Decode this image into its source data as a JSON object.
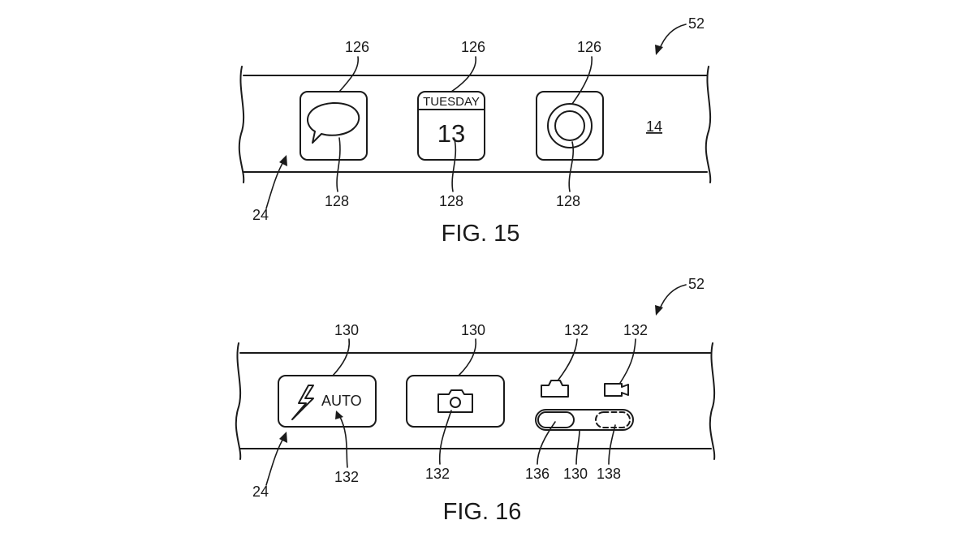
{
  "fig15": {
    "caption": "FIG. 15",
    "ref_device": "52",
    "ref_band": "24",
    "ref_surface": "14",
    "icons": [
      {
        "name": "message-icon",
        "ref_top": "126",
        "ref_bottom": "128"
      },
      {
        "name": "calendar-icon",
        "ref_top": "126",
        "ref_bottom": "128",
        "day": "TUESDAY",
        "date": "13"
      },
      {
        "name": "camera-shutter-icon",
        "ref_top": "126",
        "ref_bottom": "128"
      }
    ]
  },
  "fig16": {
    "caption": "FIG. 16",
    "ref_device": "52",
    "ref_band": "24",
    "flash_button": {
      "ref_top": "130",
      "ref_bottom": "132",
      "label": "AUTO"
    },
    "camera_button": {
      "ref_top": "130",
      "ref_bottom": "132"
    },
    "mode_switch": {
      "ref_photo_icon": "132",
      "ref_video_icon": "132",
      "ref_knob": "136",
      "ref_track": "130",
      "ref_alt_position": "138"
    }
  }
}
